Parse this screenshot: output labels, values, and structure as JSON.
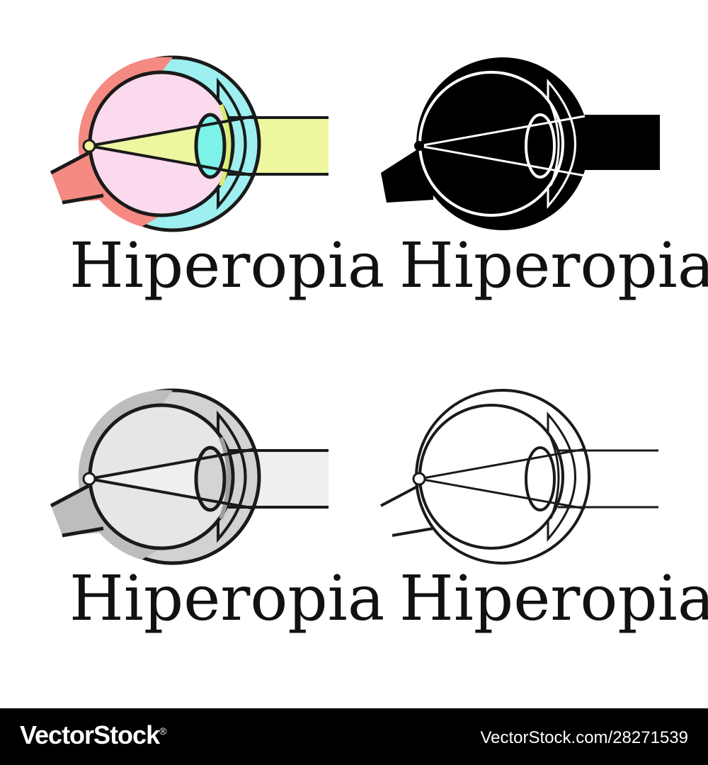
{
  "panels": [
    {
      "caption": "Hiperopia",
      "style": "color",
      "colors": {
        "sclera": "#f48a82",
        "vitreous": "#fcdaee",
        "cornea": "#9eeff0",
        "lens": "#7df2e8",
        "light": "#eef7a0",
        "outline": "#1a1a1a",
        "focal_point": "#eef79a",
        "iris": "#d6ef6e"
      }
    },
    {
      "caption": "Hiperopia",
      "style": "silhouette",
      "colors": {
        "fill": "#000000",
        "lines": "#ffffff"
      }
    },
    {
      "caption": "Hiperopia",
      "style": "grayscale",
      "colors": {
        "sclera": "#bdbdbd",
        "vitreous": "#e6e6e6",
        "cornea": "#d2d2d2",
        "lens": "#d4d4d4",
        "light": "#efefef",
        "outline": "#1a1a1a",
        "focal_point": "#ffffff",
        "iris": "#9e9e9e"
      }
    },
    {
      "caption": "Hiperopia",
      "style": "outline",
      "colors": {
        "outline": "#1a1a1a",
        "fill": "#ffffff"
      }
    }
  ],
  "footer": {
    "brand": "VectorStock",
    "brand_mark": "®",
    "image_url": "VectorStock.com/28271539"
  }
}
